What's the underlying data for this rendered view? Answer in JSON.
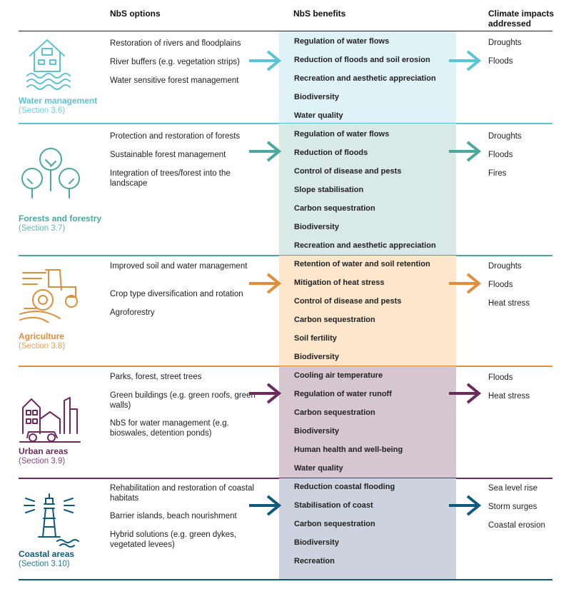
{
  "headers": {
    "options": "NbS options",
    "benefits": "NbS benefits",
    "impacts": "Climate impacts addressed"
  },
  "sections": [
    {
      "title": "Water management",
      "ref": "(Section 3.6)",
      "icon": "house-water-icon",
      "color": "#5bc4d4",
      "bg": "#dff2f8",
      "options": [
        "Restoration of rivers and floodplains",
        "River buffers (e.g. vegetation strips)",
        "Water sensitive forest management"
      ],
      "benefits": [
        "Regulation of water flows",
        "Reduction of floods and soil erosion",
        "Recreation and aesthetic appreciation",
        "Biodiversity",
        "Water quality"
      ],
      "impacts": [
        "Droughts",
        "Floods"
      ]
    },
    {
      "title": "Forests and forestry",
      "ref": "(Section 3.7)",
      "icon": "trees-icon",
      "color": "#4aa99a",
      "bg": "#d9e9e6",
      "options": [
        "Protection and restoration of forests",
        "Sustainable forest management",
        "Integration of trees/forest into the landscape"
      ],
      "benefits": [
        "Regulation of water flows",
        "Reduction of floods",
        "Control of disease and pests",
        "Slope stabilisation",
        "Carbon sequestration",
        "Biodiversity",
        "Recreation and aesthetic appreciation"
      ],
      "impacts": [
        "Droughts",
        "Floods",
        "Fires"
      ]
    },
    {
      "title": "Agriculture",
      "ref": "(Section 3.8)",
      "icon": "tractor-icon",
      "color": "#e08e3c",
      "bg": "#fde6cb",
      "options": [
        "Improved soil and water management",
        "Crop type diversification and rotation",
        "Agroforestry"
      ],
      "benefits": [
        "Retention of water and soil retention",
        "Mitigation of heat stress",
        "Control of disease and pests",
        "Carbon sequestration",
        "Soil fertility",
        "Biodiversity"
      ],
      "impacts": [
        "Droughts",
        "Floods",
        "Heat stress"
      ]
    },
    {
      "title": "Urban areas",
      "ref": "(Section 3.9)",
      "icon": "city-icon",
      "color": "#6c2a5f",
      "bg": "#d6c6d0",
      "options": [
        "Parks, forest, street trees",
        "Green buildings (e.g. green roofs, green walls)",
        "NbS for water management (e.g. bioswales, detention ponds)"
      ],
      "benefits": [
        "Cooling air temperature",
        "Regulation of water runoff",
        "Carbon sequestration",
        "Biodiversity",
        "Human health and well-being",
        "Water quality"
      ],
      "impacts": [
        "Floods",
        "Heat stress"
      ]
    },
    {
      "title": "Coastal areas",
      "ref": "(Section 3.10)",
      "icon": "lighthouse-icon",
      "color": "#0e5a7c",
      "bg": "#ccd3de",
      "options": [
        "Rehabilitation and restoration of coastal habitats",
        "Barrier islands, beach nourishment",
        "Hybrid solutions (e.g. green dykes, vegetated levees)"
      ],
      "benefits": [
        "Reduction coastal flooding",
        "Stabilisation of coast",
        "Carbon sequestration",
        "Biodiversity",
        "Recreation"
      ],
      "impacts": [
        "Sea level rise",
        "Storm surges",
        "Coastal erosion"
      ]
    }
  ]
}
